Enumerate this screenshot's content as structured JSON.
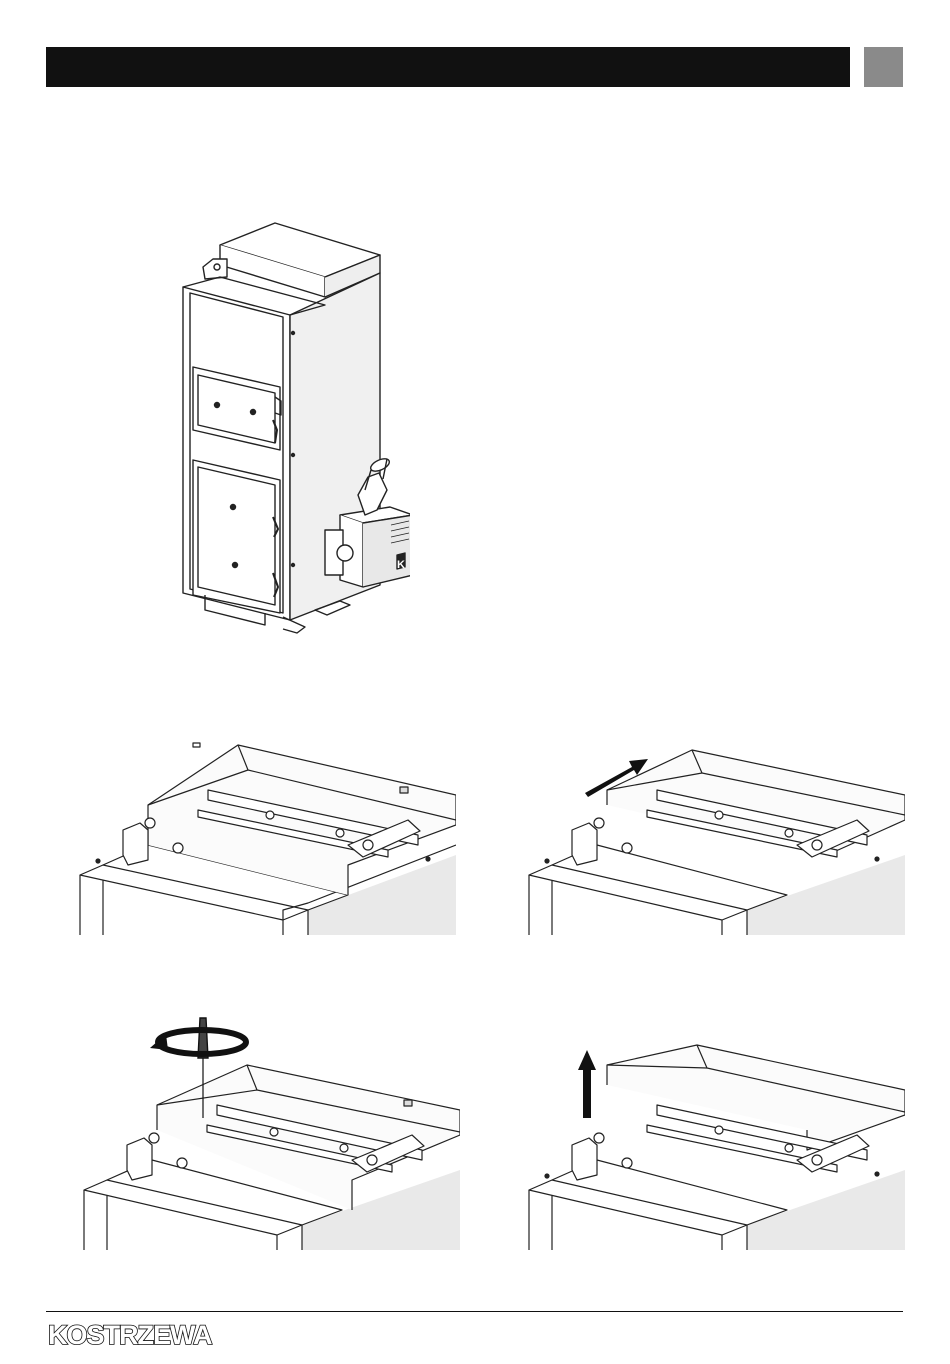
{
  "header": {
    "bar_color": "#111111",
    "tab_color": "#8a8a8a"
  },
  "illustrations": [
    {
      "id": "boiler-with-burner",
      "description_icon": "boiler-illustration"
    },
    {
      "id": "step-1",
      "description_icon": "cover-removal-step-1"
    },
    {
      "id": "step-2",
      "description_icon": "cover-removal-step-2"
    },
    {
      "id": "step-3",
      "description_icon": "cover-removal-step-3"
    },
    {
      "id": "step-4",
      "description_icon": "cover-removal-step-4"
    }
  ],
  "footer": {
    "logo_text": "KOSTRZEWA"
  }
}
